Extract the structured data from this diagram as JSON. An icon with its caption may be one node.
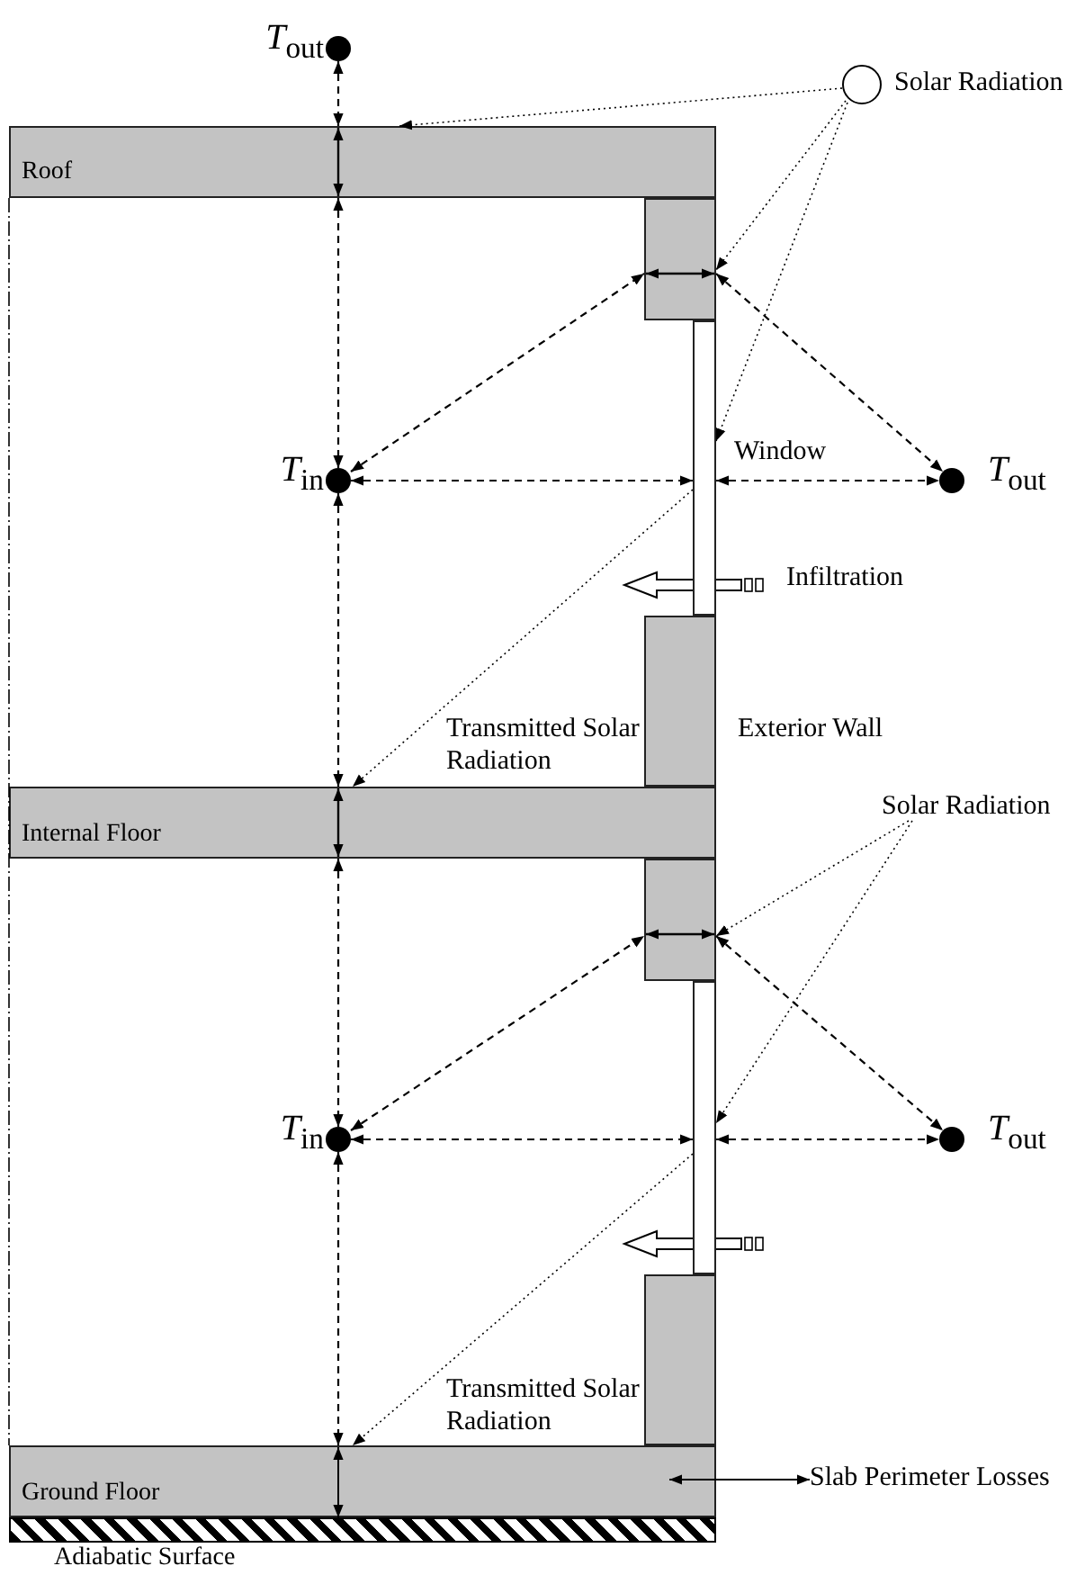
{
  "diagram": {
    "nodes": [
      {
        "text": [
          "*T*$_{out}$"
        ]
      },
      {
        "text": [
          "Solar Radiation"
        ]
      },
      {
        "text": [
          "Roof"
        ]
      },
      {
        "text": [],
        "shape": "box"
      },
      {
        "text": [
          "*T*$_{in}$"
        ]
      },
      {
        "text": [
          "Window"
        ]
      },
      {
        "text": [
          "*T*$_{out}$"
        ]
      },
      {
        "text": [
          "Exterior Wall"
        ]
      },
      {
        "text": [
          "Solar Radiation"
        ]
      },
      {
        "text": [
          "Internal Floor"
        ]
      },
      {
        "text": [],
        "shape": "box"
      },
      {
        "text": [
          "*T*$_{in}$"
        ]
      },
      {
        "text": [],
        "shape": "box"
      },
      {
        "text": [
          "*T*$_{out}$"
        ]
      },
      {
        "text": [],
        "shape": "box"
      },
      {
        "text": [
          "Ground Floor"
        ]
      },
      {
        "text": [
          "Slab Perimeter Losses"
        ]
      },
      {
        "text": [
          "Adiabatic Surface"
        ]
      }
    ],
    "edges": [
      {
        "from": 0,
        "to": 2,
        "arrow": "both",
        "style": "dashed"
      },
      {
        "from": 2,
        "to": 4,
        "arrow": "both",
        "style": "dashed"
      },
      {
        "from": 1,
        "to": 2,
        "arrow": "to",
        "style": "dashed"
      },
      {
        "from": 1,
        "to": 3,
        "arrow": "to",
        "style": "dashed"
      },
      {
        "from": 1,
        "to": 5,
        "arrow": "to",
        "style": "dashed"
      },
      {
        "from": 5,
        "to": 9,
        "arrow": "to",
        "style": "dashed",
        "label": "Transmitted Solar Radiation"
      },
      {
        "from": 4,
        "to": 3,
        "arrow": "both",
        "style": "dashed"
      },
      {
        "from": 3,
        "to": 6,
        "arrow": "both",
        "style": "dashed"
      },
      {
        "from": 4,
        "to": 5,
        "arrow": "both",
        "style": "dashed"
      },
      {
        "from": 5,
        "to": 6,
        "arrow": "both",
        "style": "dashed"
      },
      {
        "from": 4,
        "to": 9,
        "arrow": "both",
        "style": "dashed"
      },
      {
        "from": 9,
        "to": 11,
        "arrow": "both",
        "style": "dashed"
      },
      {
        "from": 8,
        "to": 10,
        "arrow": "to",
        "style": "dashed"
      },
      {
        "from": 8,
        "to": 12,
        "arrow": "to",
        "style": "dashed"
      },
      {
        "from": 12,
        "to": 15,
        "arrow": "to",
        "style": "dashed",
        "label": "Transmitted Solar Radiation"
      },
      {
        "from": 11,
        "to": 10,
        "arrow": "both",
        "style": "dashed"
      },
      {
        "from": 10,
        "to": 13,
        "arrow": "both",
        "style": "dashed"
      },
      {
        "from": 11,
        "to": 12,
        "arrow": "both",
        "style": "dashed"
      },
      {
        "from": 12,
        "to": 13,
        "arrow": "both",
        "style": "dashed"
      },
      {
        "from": 11,
        "to": 15,
        "arrow": "both",
        "style": "dashed"
      },
      {
        "from": 15,
        "to": 16,
        "arrow": "both"
      },
      {
        "from": 5,
        "to": null,
        "arrow": "to",
        "style": "thick",
        "label": "Infiltration"
      },
      {
        "from": 12,
        "to": null,
        "arrow": "to",
        "style": "thick"
      },
      {
        "from": 15,
        "to": 17,
        "arrow": "both"
      }
    ]
  }
}
